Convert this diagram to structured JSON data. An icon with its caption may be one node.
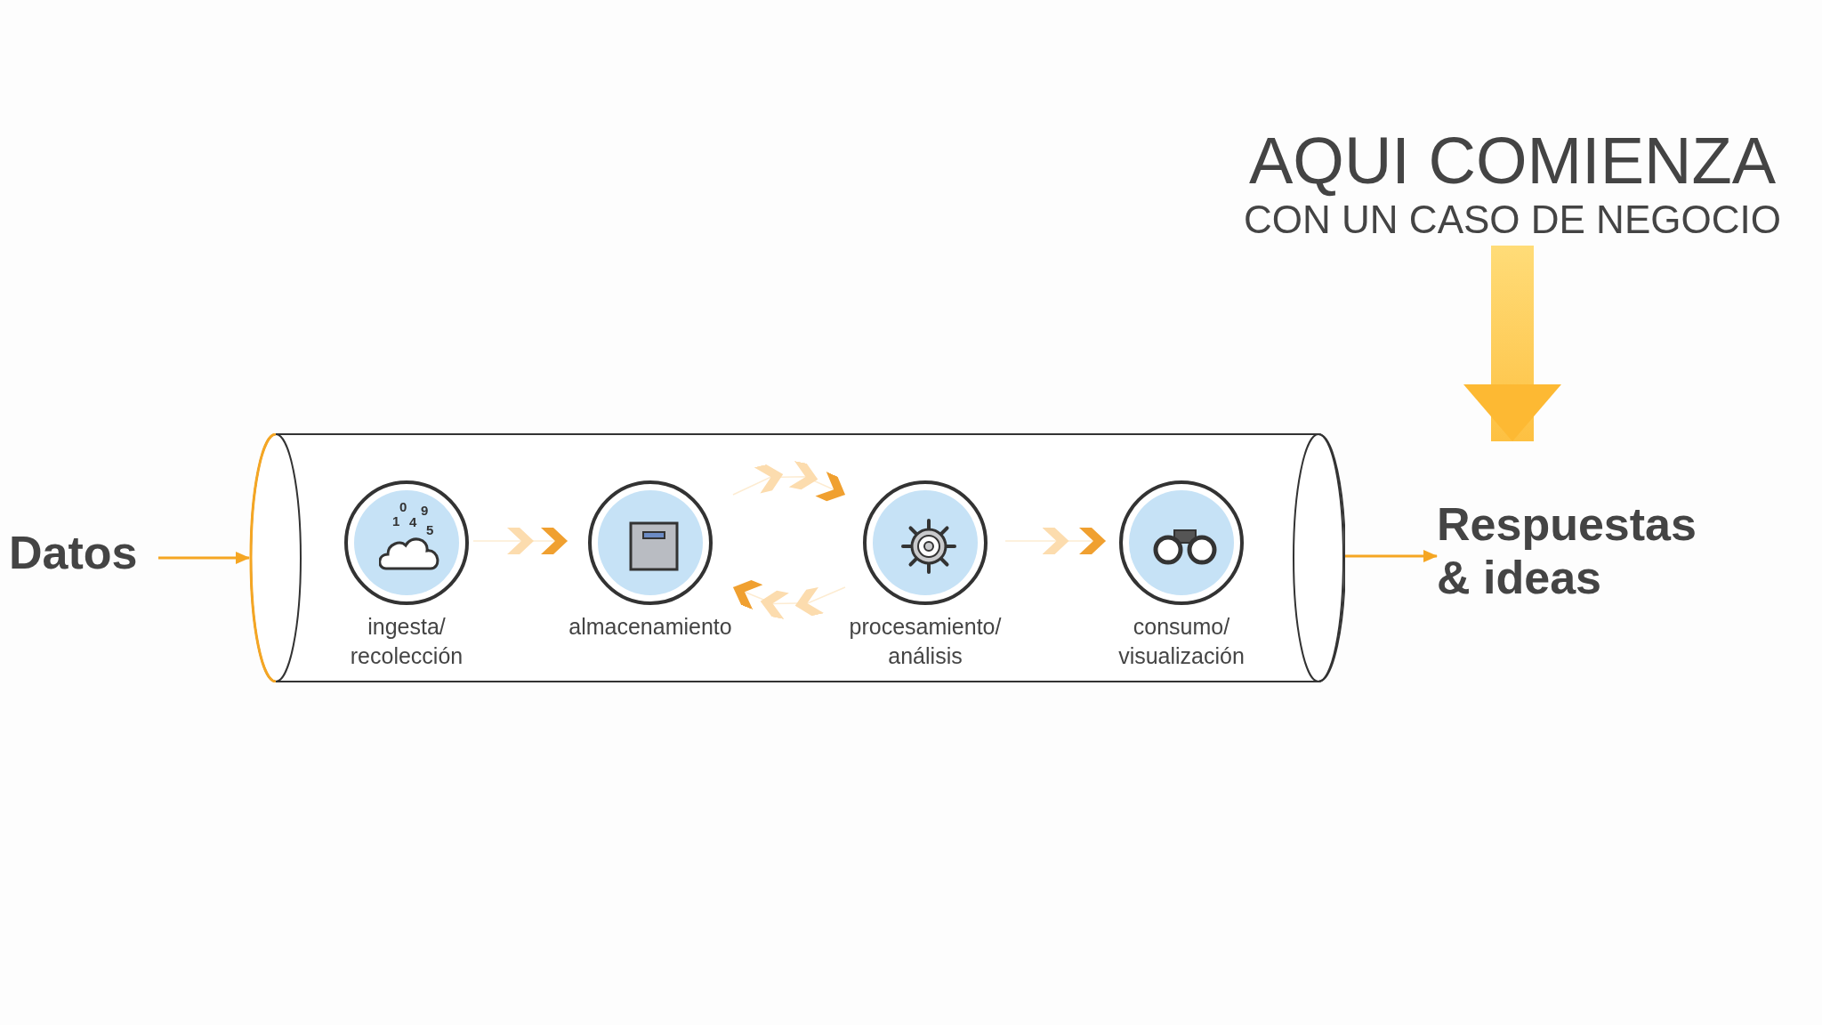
{
  "diagram": {
    "nodes": [
      {
        "text": [
          "AQUI COMIENZA",
          "CON UN CASO DE NEGOCIO"
        ]
      },
      {
        "text": [
          "Datos"
        ]
      },
      {
        "text": [],
        "shape": "cylinder"
      },
      {
        "text": [
          "ingesta/ recolección"
        ],
        "in": 2
      },
      {
        "text": [
          "almacenamiento"
        ],
        "in": 2
      },
      {
        "text": [
          "procesamiento/ análisis"
        ],
        "in": 2
      },
      {
        "text": [
          "consumo/ visualización"
        ],
        "in": 2
      },
      {
        "text": [
          "Respuestas & ideas"
        ]
      }
    ],
    "edges": [
      {
        "from": 1,
        "to": 2,
        "arrow": "to",
        "color": "#f5a623"
      },
      {
        "from": 3,
        "to": 4,
        "arrow": "to"
      },
      {
        "from": 4,
        "to": 5,
        "arrow": "to"
      },
      {
        "from": 5,
        "to": 4,
        "arrow": "to"
      },
      {
        "from": 5,
        "to": 6,
        "arrow": "to"
      },
      {
        "from": 2,
        "to": 7,
        "arrow": "to",
        "color": "#f5a623"
      },
      {
        "from": 0,
        "to": 7,
        "arrow": "to",
        "style": "thick",
        "color": "#fdb933"
      }
    ],
    "labels": [
      "0",
      "9",
      "1",
      "4",
      "5"
    ]
  }
}
